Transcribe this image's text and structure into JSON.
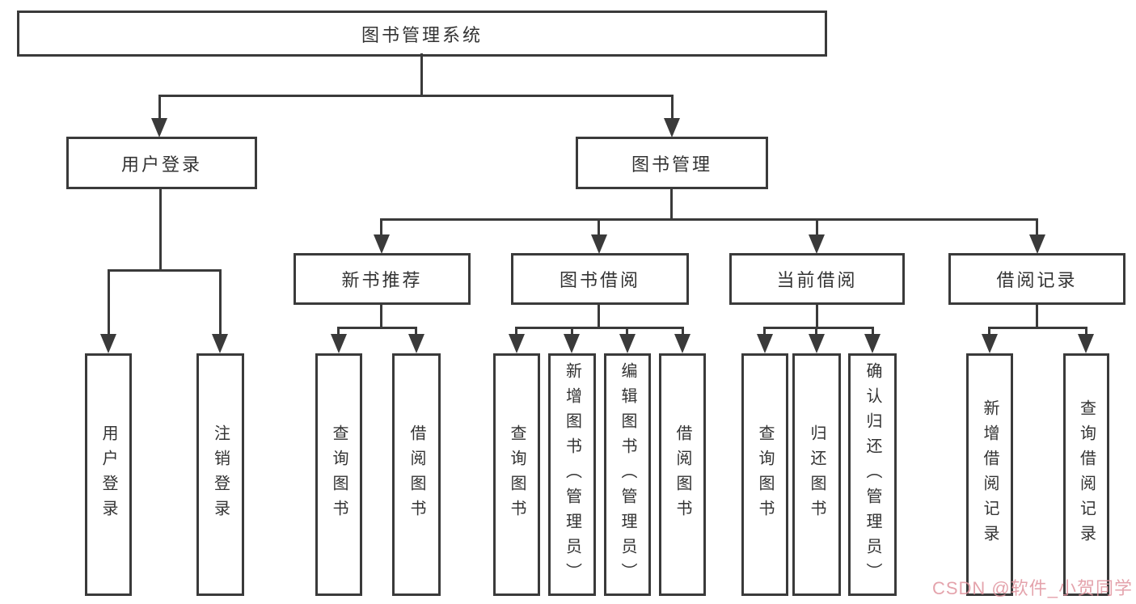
{
  "diagram": {
    "root": "图书管理系统",
    "branches": {
      "user_login": {
        "label": "用户登录",
        "children": [
          "用户登录",
          "注销登录"
        ]
      },
      "book_management": {
        "label": "图书管理",
        "children": {
          "new_book_recommend": {
            "label": "新书推荐",
            "children": [
              "查询图书",
              "借阅图书"
            ]
          },
          "book_borrow": {
            "label": "图书借阅",
            "children": [
              "查询图书",
              "新增图书（管理员）",
              "编辑图书（管理员）",
              "借阅图书"
            ]
          },
          "current_borrow": {
            "label": "当前借阅",
            "children": [
              "查询图书",
              "归还图书",
              "确认归还（管理员）"
            ]
          },
          "borrow_records": {
            "label": "借阅记录",
            "children": [
              "新增借阅记录",
              "查询借阅记录"
            ]
          }
        }
      }
    }
  },
  "watermark": {
    "text": "CSDN @软件_小贺同学",
    "color": "#E0949E"
  },
  "colors": {
    "line": "#3A3A3A",
    "text": "#333333",
    "background": "#FFFFFF"
  }
}
